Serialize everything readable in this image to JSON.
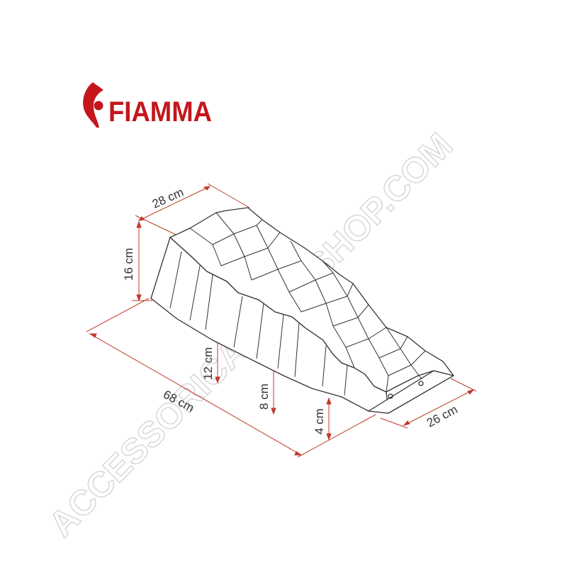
{
  "brand": {
    "name": "FIAMMA",
    "color": "#c4161c"
  },
  "watermark": {
    "text": "ACCESSORICAMPERSHOP.COM"
  },
  "dimensions": {
    "top_width": "28 cm",
    "height": "16 cm",
    "length": "68 cm",
    "step_high": "12 cm",
    "step_mid": "8 cm",
    "step_low": "4 cm",
    "base_width": "26 cm"
  },
  "colors": {
    "dimension_line": "#c0392b",
    "outline": "#333333"
  }
}
